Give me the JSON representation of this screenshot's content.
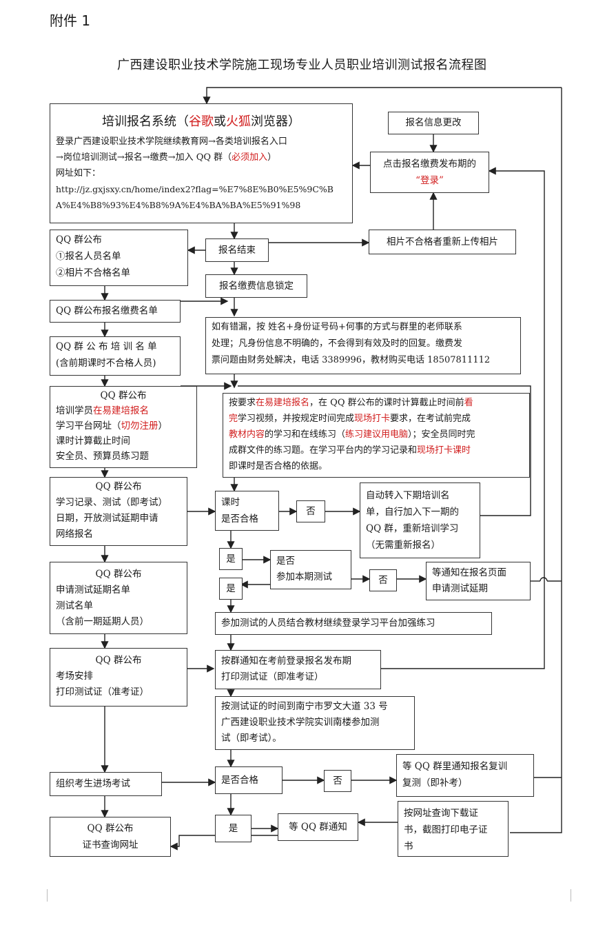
{
  "attachment": "附件 1",
  "title": "广西建设职业技术学院施工现场专业人员职业培训测试报名流程图",
  "boxes": {
    "system_title_a": "培训报名系统（",
    "system_title_b": "谷歌",
    "system_title_c": "或",
    "system_title_d": "火狐",
    "system_title_e": "浏览器）",
    "system_l1": "登录广西建设职业技术学院继续教育网→各类培训报名入口",
    "system_l2a": "→岗位培训测试→报名→缴费→加入 QQ 群（",
    "system_l2b": "必须加入",
    "system_l2c": "）",
    "system_l3": "网址如下：",
    "system_l4": "http://jz.gxjsxy.cn/home/index2?flag=%E7%8E%B0%E5%9C%B",
    "system_l5": "A%E4%B8%93%E4%B8%9A%E4%BA%BA%E5%91%98",
    "info_change": "报名信息更改",
    "click_login_l1": "点击报名缴费发布期的",
    "click_login_l2": "“登录”",
    "qq_publish_l1": "QQ 群公布",
    "qq_publish_l2": "①报名人员名单",
    "qq_publish_l3": "②相片不合格名单",
    "signup_end": "报名结束",
    "reupload": "相片不合格者重新上传相片",
    "fee_lock": "报名缴费信息锁定",
    "qq_fee_list": "QQ 群公布报名缴费名单",
    "error_l1": "如有错漏，按 姓名+身份证号码+何事的方式与群里的老师联系",
    "error_l2": "处理；凡身份信息不明确的，不会得到有效及时的回复。缴费发",
    "error_l3": "票问题由财务处解决，电话 3389996，教材购买电话 18507811112",
    "qq_train_l1": "QQ 群 公 布 培 训 名 单",
    "qq_train_l2": "(含前期课时不合格人员)",
    "qq_platform_l1": "QQ 群公布",
    "qq_platform_l2a": "培训学员",
    "qq_platform_l2b": "在易建培报名",
    "qq_platform_l3a": "学习平台网址（",
    "qq_platform_l3b": "切勿注册",
    "qq_platform_l3c": "）",
    "qq_platform_l4": "课时计算截止时间",
    "qq_platform_l5": "安全员、预算员练习题",
    "req_l1a": "按要求",
    "req_l1b": "在易建培报名",
    "req_l1c": "，在 QQ 群公布的课时计算截止时间前",
    "req_l1d": "看",
    "req_l2a": "完",
    "req_l2b": "学习视频，并按规定时间完成",
    "req_l2c": "现场打卡",
    "req_l2d": "要求，在考试前完成",
    "req_l3a": "教材内容",
    "req_l3b": "的学习和在线练习（",
    "req_l3c": "练习建议用电脑",
    "req_l3d": "）；安全员同时完",
    "req_l4a": "成群文件的练习题。在学习平台内的学习记录和",
    "req_l4b": "现场打卡课时",
    "req_l5": "即课时是否合格的依据。",
    "qq_record_l1": "QQ 群公布",
    "qq_record_l2": "学习记录、测试（即考试）",
    "qq_record_l3": "日期，开放测试延期申请",
    "qq_record_l4": "网络报名",
    "hours_ok_l1": "课时",
    "hours_ok_l2": "是否合格",
    "no_1": "否",
    "auto_next_l1": "自动转入下期培训名",
    "auto_next_l2": "单，自行加入下一期的",
    "auto_next_l3": "QQ 群，重新培训学习",
    "auto_next_l4": "（无需重新报名）",
    "yes_1": "是",
    "join_test_l1": "是否",
    "join_test_l2": "参加本期测试",
    "no_2": "否",
    "wait_delay_l1": "等通知在报名页面",
    "wait_delay_l2": "申请测试延期",
    "yes_2": "是",
    "qq_delay_l1": "QQ 群公布",
    "qq_delay_l2": "申请测试延期名单",
    "qq_delay_l3": "测试名单",
    "qq_delay_l4": "（含前一期延期人员）",
    "practice": "参加测试的人员结合教材继续登录学习平台加强练习",
    "qq_exam_l1": "QQ 群公布",
    "qq_exam_l2": "考场安排",
    "qq_exam_l3": "打印测试证（准考证）",
    "print_l1": "按群通知在考前登录报名发布期",
    "print_l2": "打印测试证（即准考证）",
    "go_exam_l1": "按测试证的时间到南宁市罗文大道 33 号",
    "go_exam_l2": "广西建设职业技术学院实训南楼参加测",
    "go_exam_l3": "试（即考试）。",
    "organize": "组织考生进场考试",
    "pass": "是否合格",
    "no_3": "否",
    "retest_l1": "等 QQ 群里通知报名复训",
    "retest_l2": "复测（即补考）",
    "qq_cert_l1": "QQ 群公布",
    "qq_cert_l2": "证书查询网址",
    "yes_3": "是",
    "wait_qq": "等 QQ 群通知",
    "download_l1": "按网址查询下载证",
    "download_l2": "书，截图打印电子证",
    "download_l3": "书"
  }
}
